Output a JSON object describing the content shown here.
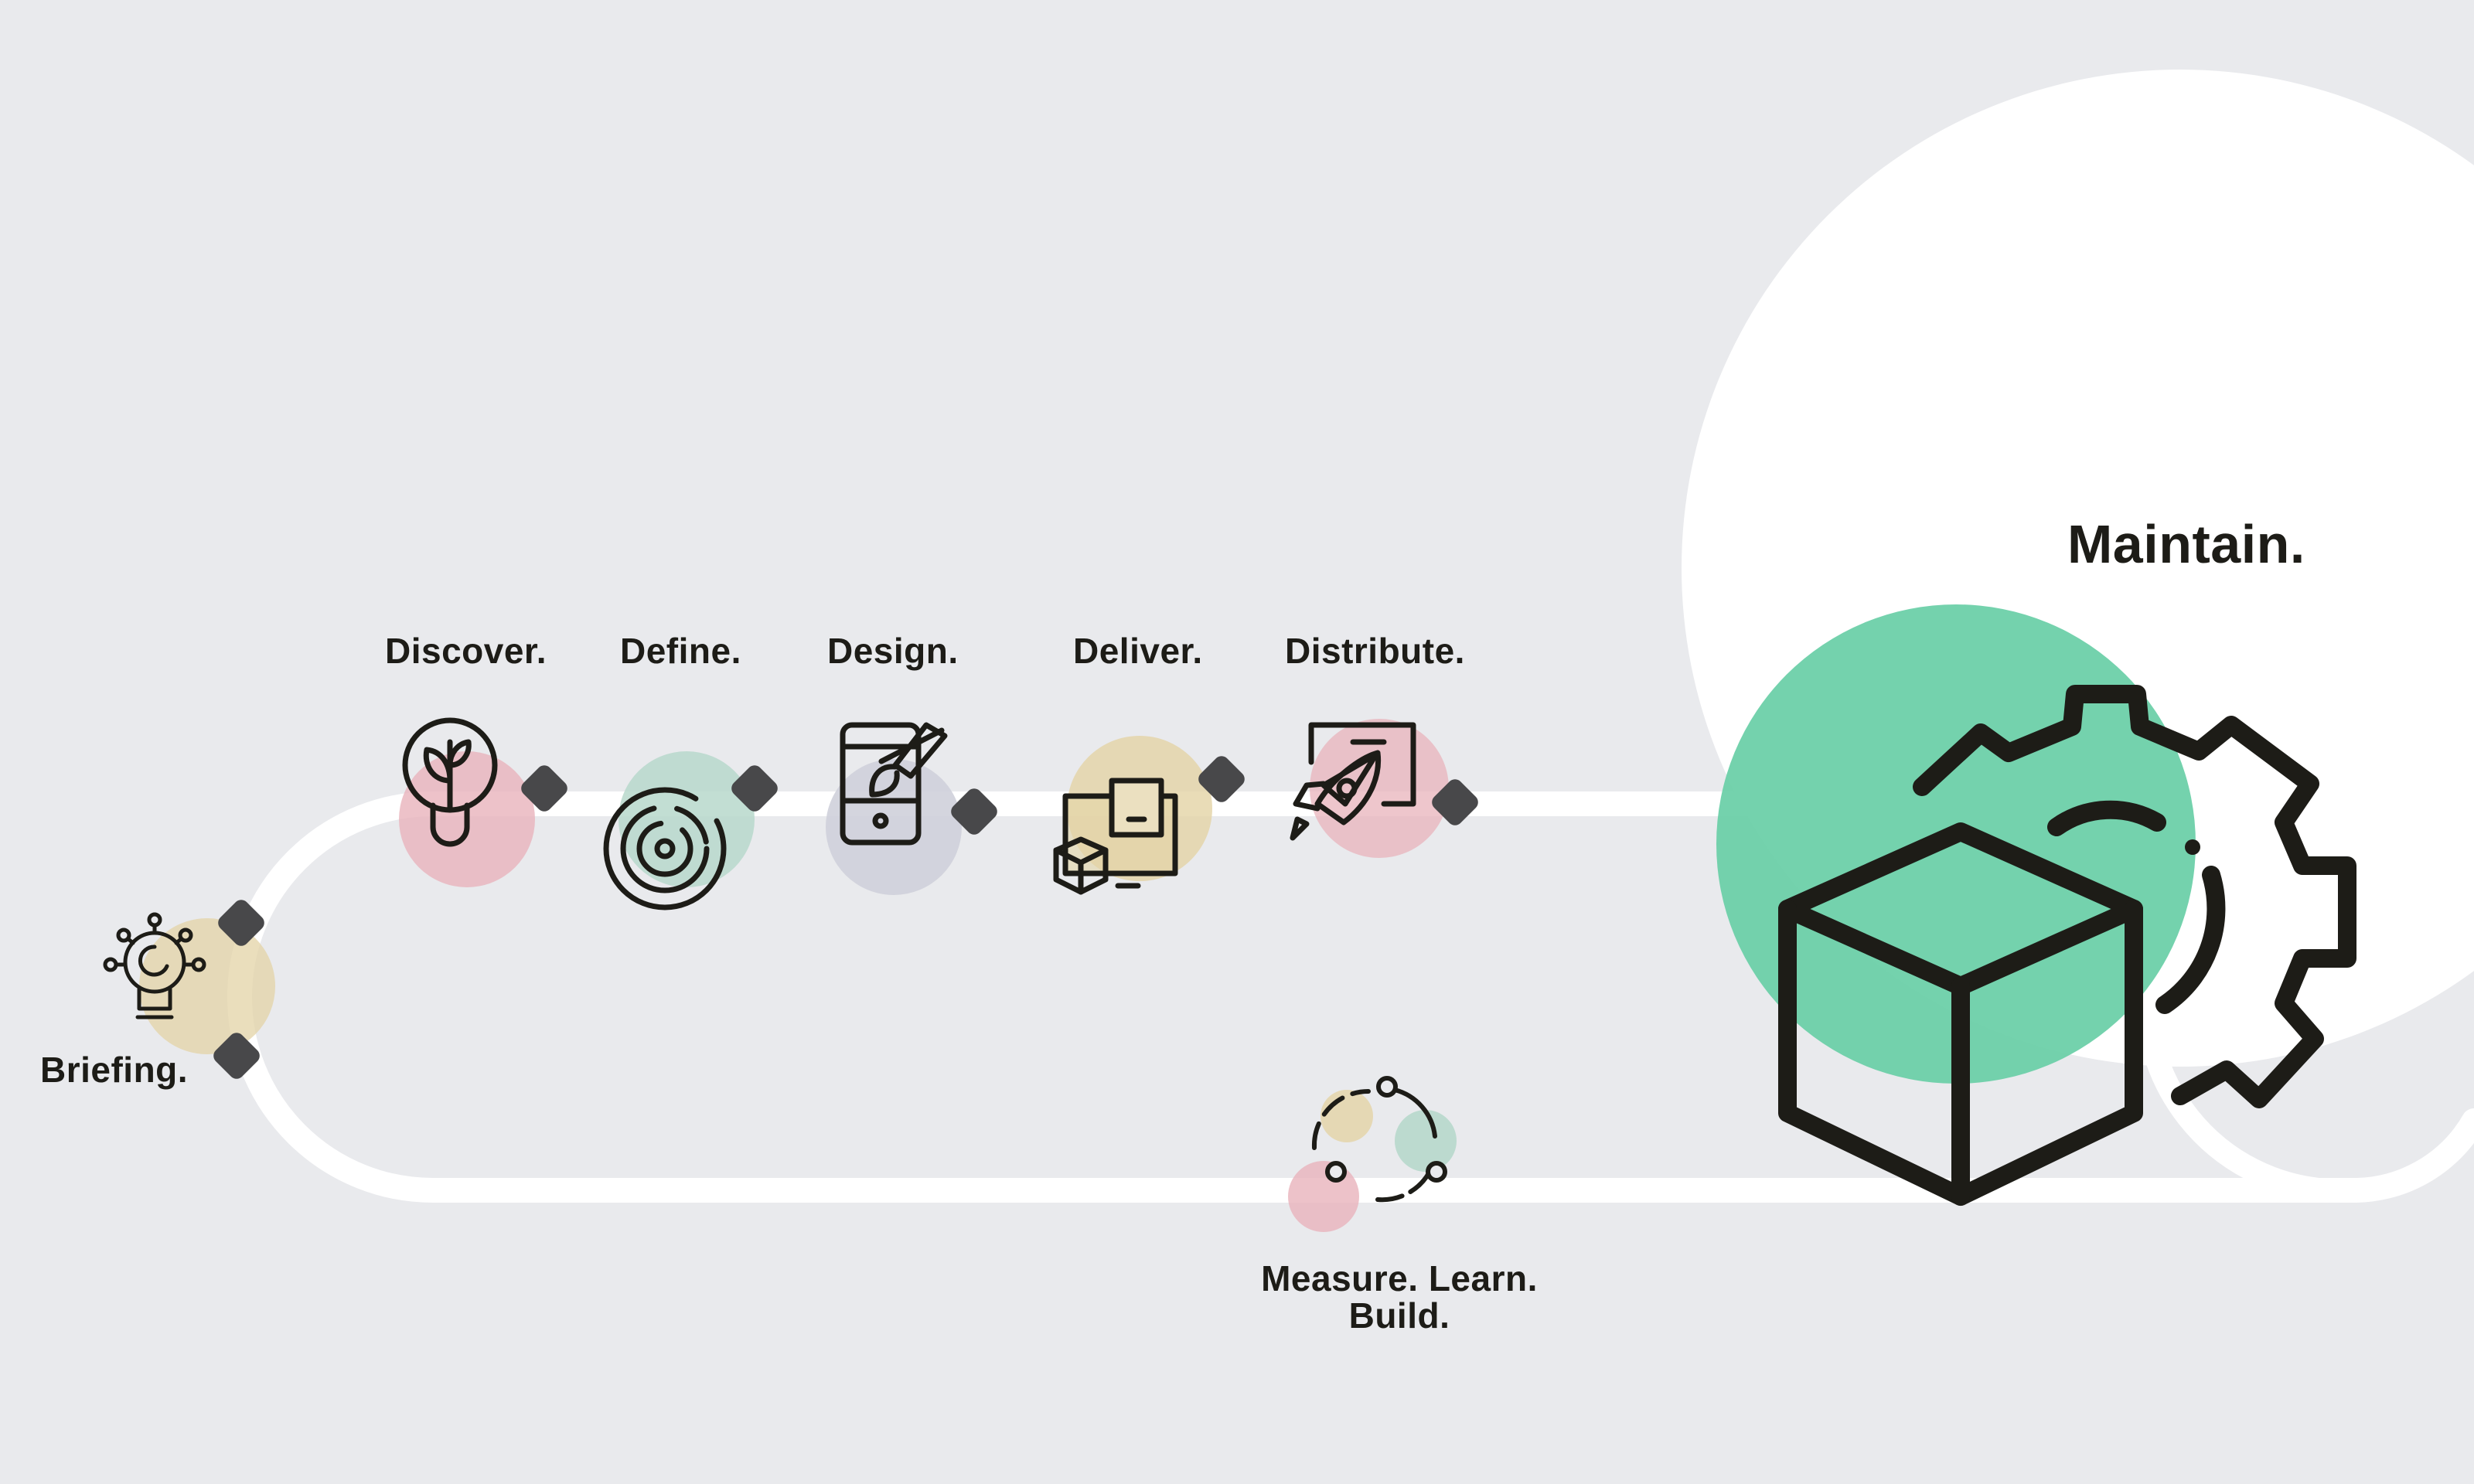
{
  "palette": {
    "background": "#e9eaed",
    "path": "#ffffff",
    "large_circle": "#ffffff",
    "connector": "#48484a",
    "icon_stroke": "#1d1c17",
    "pink": "#e8b3bb",
    "mint": "#b7d8cb",
    "sand": "#e3d3a5",
    "lavender": "#cfd0da",
    "green": "#5ecb9e",
    "maintain_green": "#6dd0a9"
  },
  "stages": [
    {
      "key": "briefing",
      "label": "Briefing.",
      "icon": "idea-lightbulb-icon",
      "accent": "sand"
    },
    {
      "key": "discover",
      "label": "Discover.",
      "icon": "plant-lightbulb-icon",
      "accent": "pink"
    },
    {
      "key": "define",
      "label": "Define.",
      "icon": "maze-target-icon",
      "accent": "mint"
    },
    {
      "key": "design",
      "label": "Design.",
      "icon": "mobile-design-brush-icon",
      "accent": "lavender"
    },
    {
      "key": "deliver",
      "label": "Deliver.",
      "icon": "delivery-boxes-icon",
      "accent": "sand"
    },
    {
      "key": "distribute",
      "label": "Distribute.",
      "icon": "rocket-launch-icon",
      "accent": "pink"
    },
    {
      "key": "measure",
      "label_line1": "Measure. Learn.",
      "label_line2": "Build.",
      "icon": "build-measure-learn-cycle-icon"
    },
    {
      "key": "maintain",
      "label": "Maintain.",
      "icon": "box-gear-icon",
      "accent": "maintain_green"
    }
  ]
}
